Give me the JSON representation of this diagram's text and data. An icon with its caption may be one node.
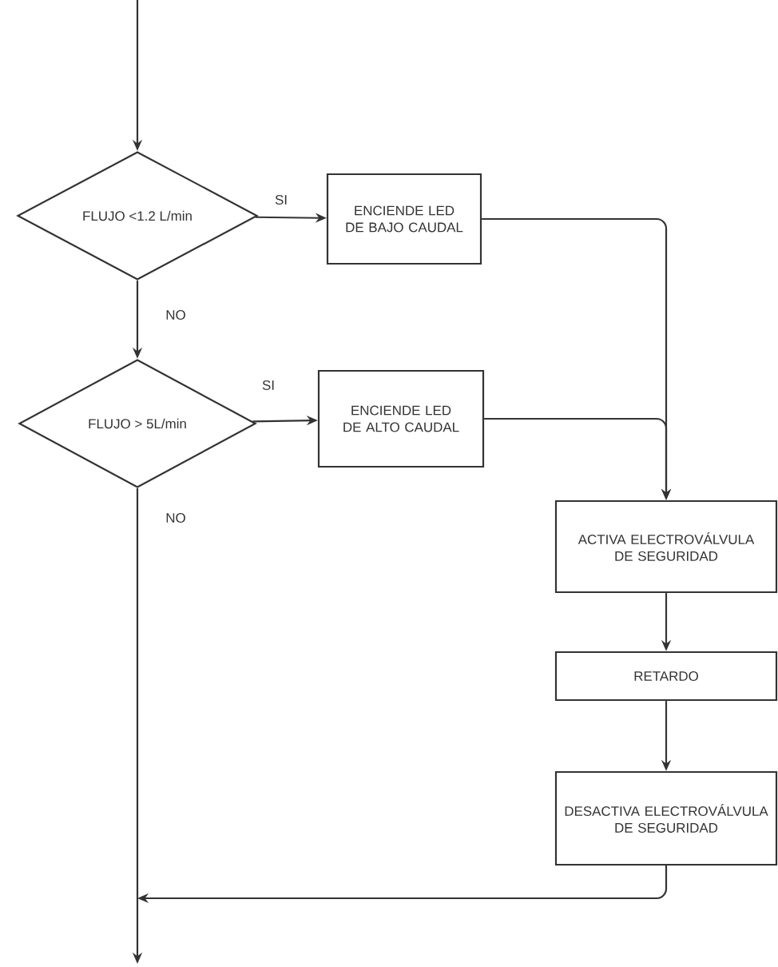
{
  "diagram": {
    "nodes": [
      {
        "text": [
          "FLUJO <1.2 L/min"
        ]
      },
      {
        "text": [
          "ENCIENDE LED DE BAJO CAUDAL"
        ]
      },
      {
        "text": [
          "FLUJO > 5L/min"
        ]
      },
      {
        "text": [
          "ENCIENDE LED DE ALTO CAUDAL"
        ]
      },
      {
        "text": [
          "ACTIVA ELECTROVÁLVULA DE SEGURIDAD"
        ]
      },
      {
        "text": [
          "RETARDO"
        ]
      },
      {
        "text": [
          "DESACTIVA ELECTROVÁLVULA DE SEGURIDAD"
        ]
      }
    ],
    "edges": [
      {
        "from": null,
        "to": 0,
        "arrow": "to"
      },
      {
        "from": 0,
        "to": 1,
        "arrow": "to",
        "label": "SI"
      },
      {
        "from": 0,
        "to": 2,
        "arrow": "to",
        "label": "NO"
      },
      {
        "from": 1,
        "to": 4,
        "arrow": "to"
      },
      {
        "from": 2,
        "to": 3,
        "arrow": "to",
        "label": "SI"
      },
      {
        "from": 3,
        "to": 4,
        "arrow": "to"
      },
      {
        "from": 2,
        "to": null,
        "arrow": "to",
        "label": "NO"
      },
      {
        "from": 4,
        "to": 5,
        "arrow": "to"
      },
      {
        "from": 5,
        "to": 6,
        "arrow": "to"
      },
      {
        "from": 6,
        "to": null,
        "arrow": "to"
      }
    ]
  }
}
